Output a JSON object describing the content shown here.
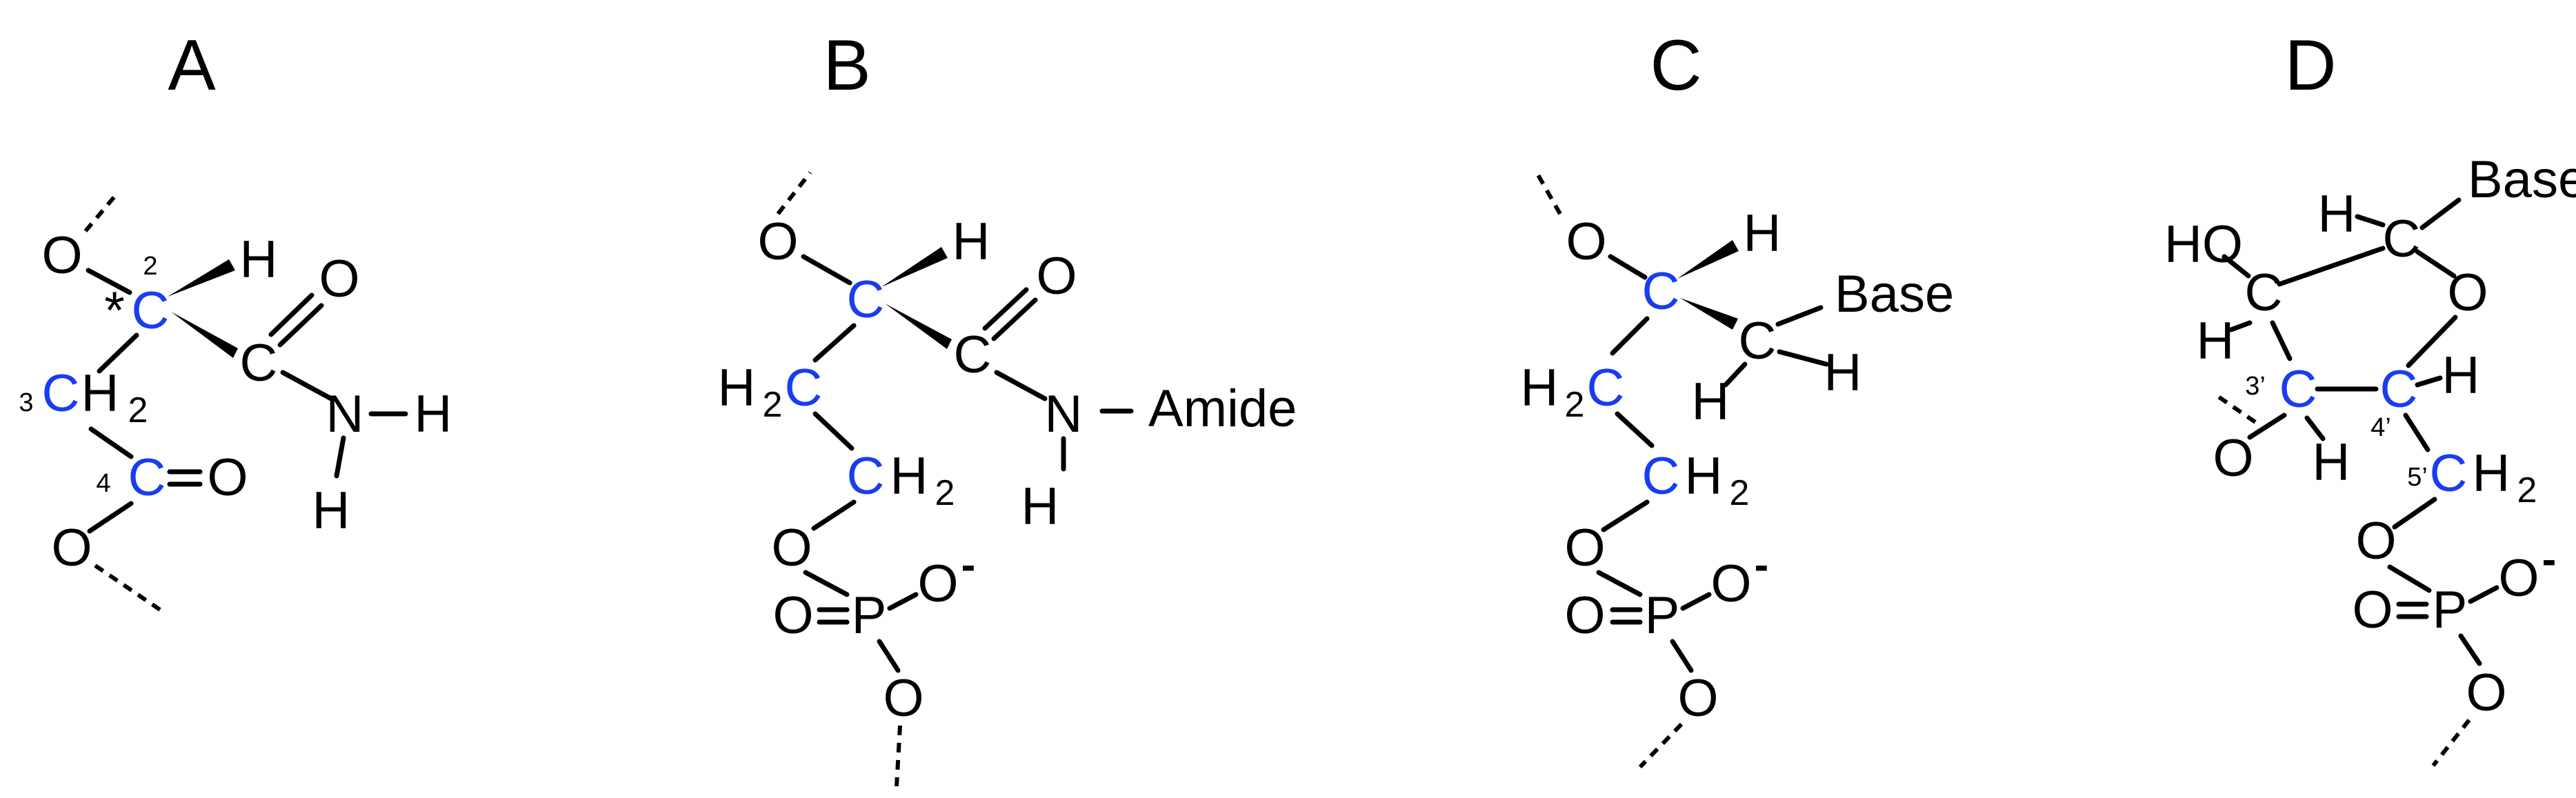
{
  "panels": [
    {
      "label": "A",
      "atom_labels": {
        "o_top": "O",
        "h_top": "H",
        "o_carbonyl": "O",
        "c2": "C",
        "star": "*",
        "c_amide": "C",
        "c3": "C",
        "h2_a": "H",
        "h2_sub": "2",
        "n": "N",
        "h_n_right": "H",
        "h_n_down": "H",
        "c4": "C",
        "o_dbl": "O",
        "o_bottom": "O"
      },
      "numbers": {
        "n2": "2",
        "n3": "3",
        "n4": "4"
      }
    },
    {
      "label": "B",
      "atom_labels": {
        "o_top": "O",
        "c": "C",
        "h": "H",
        "c_amide": "C",
        "o_carbonyl": "O",
        "h2_left": "H",
        "h2_left_sub": "2",
        "c_left": "C",
        "n": "N",
        "amide": "Amide",
        "h_n": "H",
        "c_low": "C",
        "h2_low": "H",
        "h2_low_sub": "2",
        "o_link": "O",
        "p": "P",
        "o_minus": "O",
        "minus": "-",
        "o_dbl": "O",
        "o_bottom": "O"
      }
    },
    {
      "label": "C",
      "atom_labels": {
        "o_top": "O",
        "c": "C",
        "h": "H",
        "base": "Base",
        "c_right": "C",
        "h_right": "H",
        "h_left": "H",
        "h2_left": "H",
        "h2_left_sub": "2",
        "c_left": "C",
        "c_low": "C",
        "h2_low": "H",
        "h2_low_sub": "2",
        "o_link": "O",
        "p": "P",
        "o_minus": "O",
        "minus": "-",
        "o_dbl": "O",
        "o_bottom": "O"
      }
    },
    {
      "label": "D",
      "atom_labels": {
        "base": "Base",
        "h_top": "H",
        "c_top": "C",
        "ho": "HO",
        "c_mid": "C",
        "o_ring": "O",
        "h_left": "H",
        "c3": "C",
        "n3": "3’",
        "c4": "C",
        "n4": "4’",
        "h_right": "H",
        "o_left": "O",
        "h_down": "H",
        "n5": "5’",
        "c5": "C",
        "h2_5": "H",
        "h2_5_sub": "2",
        "o_link": "O",
        "p": "P",
        "o_minus": "O",
        "minus": "-",
        "o_dbl": "O",
        "o_bottom": "O"
      }
    }
  ],
  "colors": {
    "backbone_carbon": "#1a3cf0",
    "ink": "#000000",
    "background": "#ffffff"
  }
}
